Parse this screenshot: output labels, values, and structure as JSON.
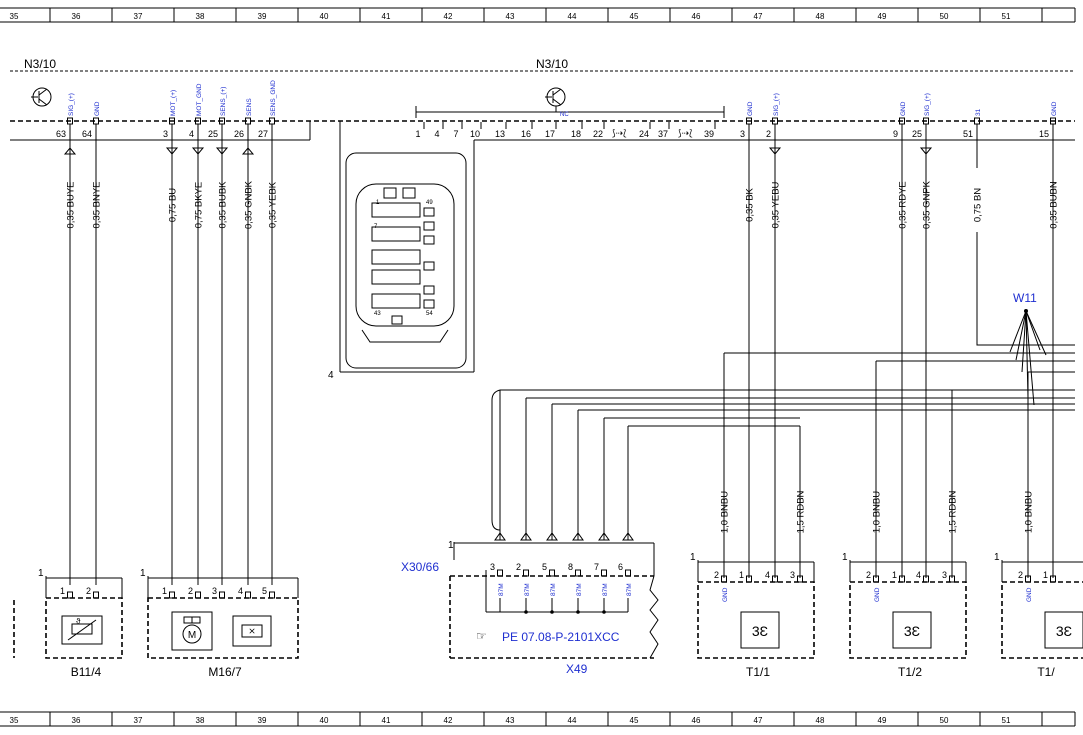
{
  "ruler": {
    "columns": [
      "35",
      "36",
      "37",
      "38",
      "39",
      "40",
      "41",
      "42",
      "43",
      "44",
      "45",
      "46",
      "47",
      "48",
      "49",
      "50",
      "51"
    ]
  },
  "modules": {
    "left_label": "N3/10",
    "center_label": "N3/10",
    "connector_label": "4",
    "connector_pins": {
      "first": "1",
      "seven": "7",
      "fortynine": "49",
      "fortythree": "43",
      "fiftyfour": "54"
    }
  },
  "pins_top": [
    {
      "num": "63",
      "sig": "SIG_(+)",
      "wire": "0,35 BUYE"
    },
    {
      "num": "64",
      "sig": "GND",
      "wire": "0,35 BNYE"
    },
    {
      "num": "3",
      "sig": "MOT_(+)",
      "wire": "0,75 BU"
    },
    {
      "num": "4",
      "sig": "MOT_GND",
      "wire": "0,75 BKYE"
    },
    {
      "num": "25",
      "sig": "SENS_(+)",
      "wire": "0,35 BUBK"
    },
    {
      "num": "26",
      "sig": "SENS",
      "wire": "0,35 GNBK"
    },
    {
      "num": "27",
      "sig": "SENS_GND",
      "wire": "0,35 YEBK"
    },
    {
      "num": "3",
      "sig": "GND",
      "wire": "0,35 BK"
    },
    {
      "num": "2",
      "sig": "SIG_(+)",
      "wire": "0,35 YEBU"
    },
    {
      "num": "9",
      "sig": "GND",
      "wire": "0,35 RDYE"
    },
    {
      "num": "25",
      "sig": "SIG_(+)",
      "wire": "0,35 GNPK"
    },
    {
      "num": "51",
      "sig": "31",
      "wire": "0,75 BN"
    },
    {
      "num": "15",
      "sig": "GND",
      "wire": "0,35 BUBN"
    }
  ],
  "bracket": {
    "nc": "NC",
    "pins": [
      "1",
      "4",
      "7",
      "10",
      "13",
      "16",
      "17",
      "18",
      "22",
      "24",
      "37",
      "39"
    ]
  },
  "splice": "W11",
  "x49": {
    "top_label": "X30/66",
    "name": "X49",
    "ref": "PE 07.08-P-2101XCC",
    "one": "1",
    "pins": [
      "3",
      "2",
      "5",
      "8",
      "7",
      "6"
    ],
    "pin_label": "87M"
  },
  "components": {
    "b11": {
      "name": "B11/4",
      "one": "1",
      "pins": [
        "1",
        "2"
      ]
    },
    "m16": {
      "name": "M16/7",
      "one": "1",
      "pins": [
        "1",
        "2",
        "3",
        "4",
        "5"
      ]
    },
    "t1_1": {
      "name": "T1/1",
      "one": "1",
      "pins": [
        "2",
        "1",
        "4",
        "3"
      ],
      "gnd": "GND",
      "wire_left": "1,0 BNBU",
      "wire_right": "1,5 RDBN"
    },
    "t1_2": {
      "name": "T1/2",
      "one": "1",
      "pins": [
        "2",
        "1",
        "4",
        "3"
      ],
      "gnd": "GND",
      "wire_left": "1,0 BNBU",
      "wire_right": "1,5 RDBN"
    },
    "t1_3": {
      "name": "T1/",
      "one": "1",
      "pins": [
        "2",
        "1"
      ],
      "gnd": "GND",
      "wire_left": "1,0 BNBU"
    }
  }
}
